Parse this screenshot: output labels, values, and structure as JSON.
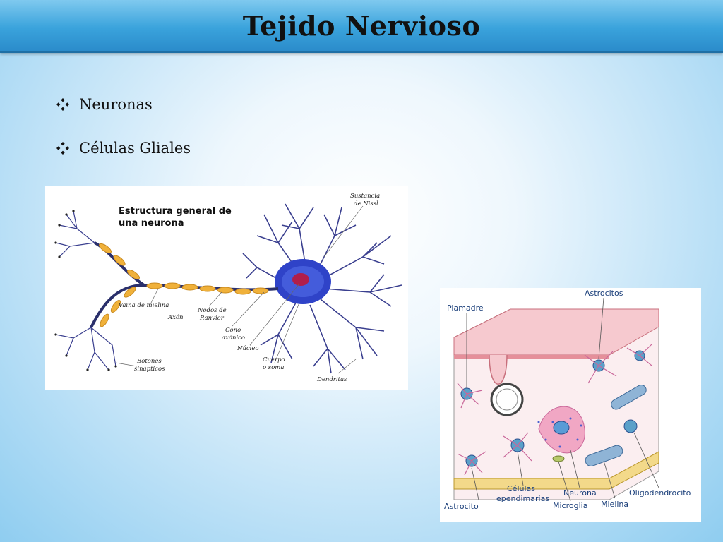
{
  "slide": {
    "title": "Tejido Nervioso",
    "bullets": [
      {
        "label": "Neuronas"
      },
      {
        "label": "Células Gliales"
      }
    ]
  },
  "neuron_diagram": {
    "heading_line1": "Estructura general de",
    "heading_line2": "una neurona",
    "labels": {
      "nissl_line1": "Sustancia",
      "nissl_line2": "de Nissl",
      "myelin": "Vaina de mielina",
      "axon": "Axón",
      "ranvier_line1": "Nodos de",
      "ranvier_line2": "Ranvier",
      "cone_line1": "Cono",
      "cone_line2": "axónico",
      "nucleus": "Núcleo",
      "body_line1": "Cuerpo",
      "body_line2": "o soma",
      "buttons_line1": "Botones",
      "buttons_line2": "sinápticos",
      "dendrites": "Dendritas"
    }
  },
  "glia_diagram": {
    "labels": {
      "astrocitos": "Astrocitos",
      "piamadre": "Piamadre",
      "astrocito": "Astrocito",
      "ependymal_line1": "Células",
      "ependymal_line2": "ependimarias",
      "neurona": "Neurona",
      "microglia": "Microglia",
      "mielina": "Mielina",
      "oligodendrocito": "Oligodendrocito"
    }
  }
}
